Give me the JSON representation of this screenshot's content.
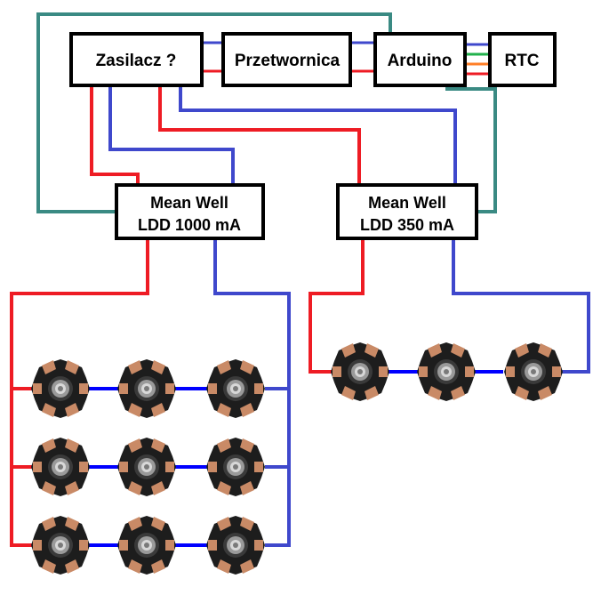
{
  "boxes": {
    "zasilacz": "Zasilacz ?",
    "przetwornica": "Przetwornica",
    "arduino": "Arduino",
    "rtc": "RTC",
    "driver1_line1": "Mean Well",
    "driver1_line2": "LDD 1000 mA",
    "driver2_line1": "Mean Well",
    "driver2_line2": "LDD 350 mA"
  },
  "colors": {
    "positive_wire": "#ee1c24",
    "negative_wire": "#3f48cc",
    "led_link_wire": "#0000ff",
    "signal_wire": "#3a8a83",
    "i2c_green": "#22b14c",
    "i2c_orange": "#ff7f27",
    "box_border": "#000000",
    "led_star": "#222222",
    "led_pad": "#c98a66"
  },
  "icons": {
    "led": "star-led-icon"
  },
  "led_groups": {
    "group_1000ma": "3x3 parallel-series array",
    "group_350ma": "3 in series"
  }
}
